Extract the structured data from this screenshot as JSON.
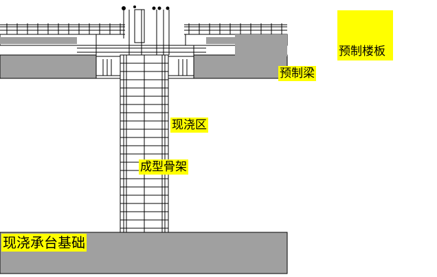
{
  "labels": {
    "precast_slab": "预制楼板",
    "precast_beam": "预制梁",
    "cast_in_place_zone": "现浇区",
    "rebar_cage": "成型骨架",
    "cast_in_place_pile_cap": "现浇承台基础"
  },
  "colors": {
    "concrete": "#a0a0a0",
    "label_highlight": "#ffff00",
    "line": "#000000"
  }
}
